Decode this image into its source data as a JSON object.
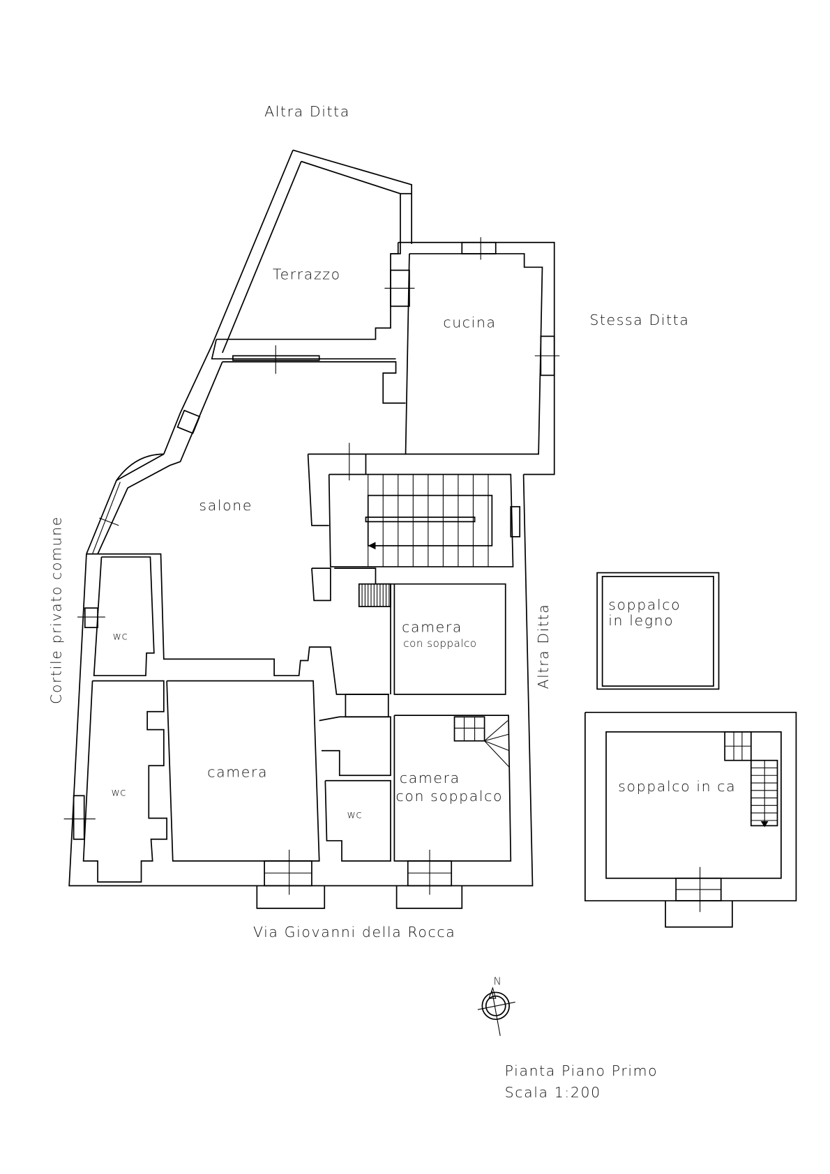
{
  "title": {
    "line1": "Pianta Piano Primo",
    "line2": "Scala 1:200"
  },
  "boundaries": {
    "north": "Altra Ditta",
    "east_kitchen": "Stessa Ditta",
    "east_lower": "Altra Ditta",
    "west": "Cortile privato comune",
    "south": "Via Giovanni della Rocca"
  },
  "rooms": {
    "terrazzo": "Terrazzo",
    "cucina": "cucina",
    "salone": "salone",
    "wc1": "wc",
    "wc2": "wc",
    "wc3": "wc",
    "camera_main": "camera",
    "camera_soppalco_1": {
      "line1": "camera",
      "line2": "con soppalco"
    },
    "camera_soppalco_2": {
      "line1": "camera",
      "line2": "con soppalco"
    }
  },
  "mezzanines": {
    "legno": {
      "line1": "soppalco",
      "line2": "in legno"
    },
    "ca": "soppalco in ca"
  },
  "compass": {
    "label": "N"
  }
}
